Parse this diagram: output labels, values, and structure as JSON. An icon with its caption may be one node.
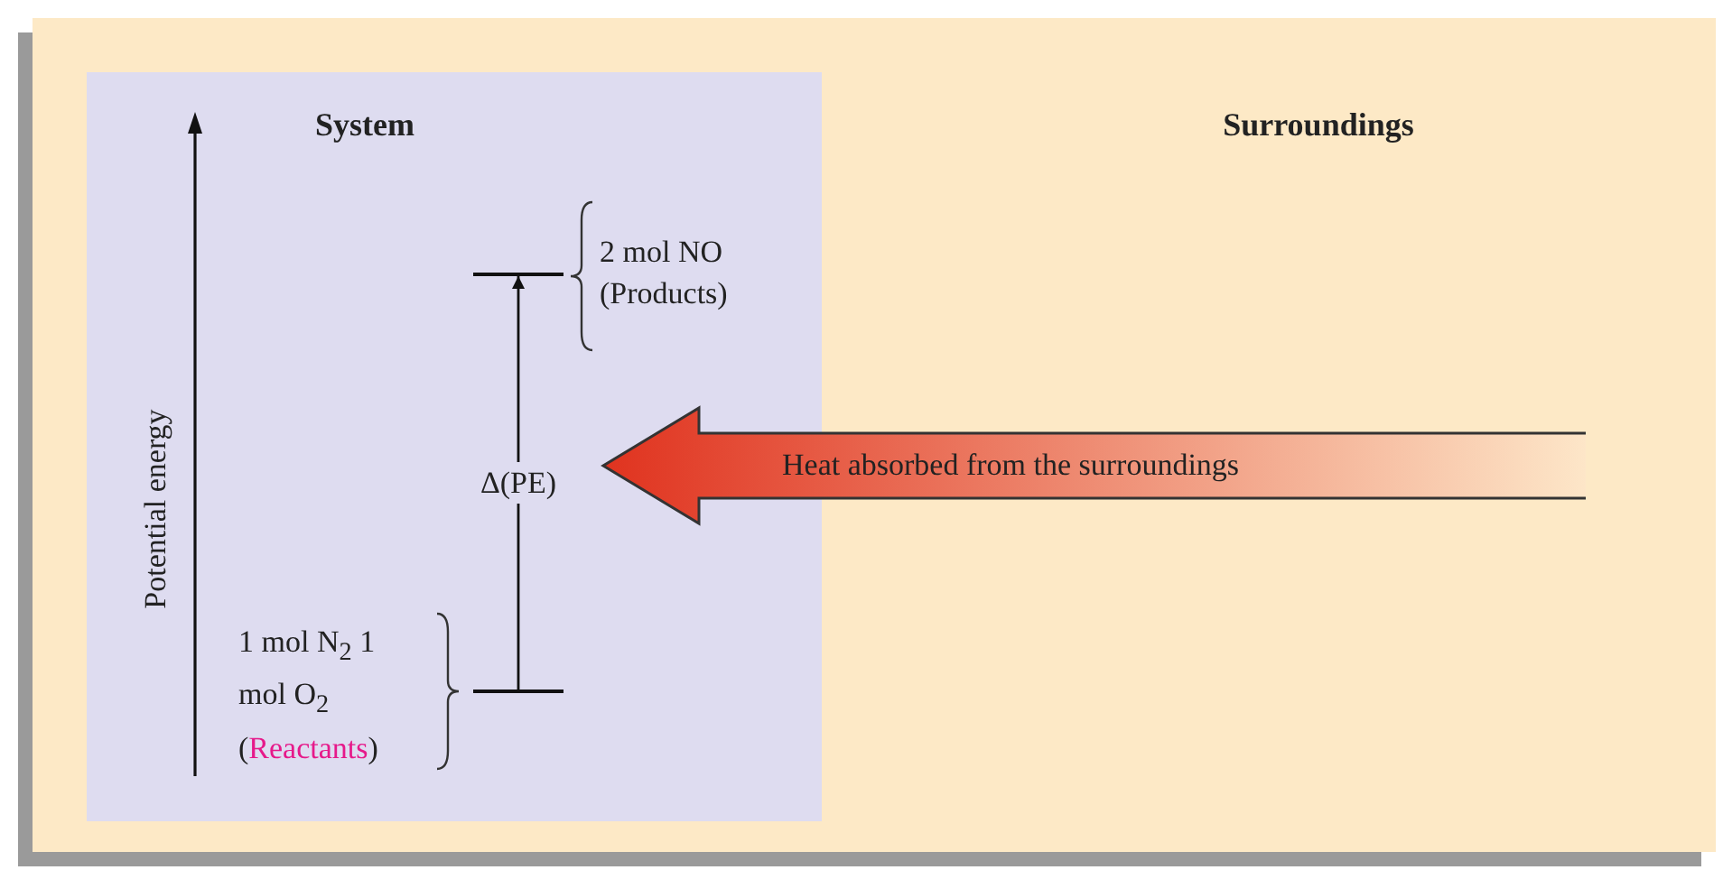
{
  "diagram": {
    "nodes": [
      {
        "text": [
          "Surroundings"
        ]
      },
      {
        "text": [
          "System"
        ],
        "in": 0
      },
      {
        "text": [],
        "shape": "bar",
        "in": 1,
        "beside": [
          "2 mol NO (Products)"
        ]
      },
      {
        "text": [],
        "shape": "bar",
        "in": 1,
        "beside": [
          "1 mol N$_{2}$ 1 mol O$_{2}$",
          "(Reactants)"
        ]
      },
      {
        "text": [
          "Heat absorbed from the surroundings"
        ],
        "in": 0
      }
    ],
    "edges": [
      {
        "from": 3,
        "to": 2,
        "arrow": "to",
        "label": "Δ(PE)"
      }
    ],
    "labels": [
      "Potential energy"
    ]
  }
}
